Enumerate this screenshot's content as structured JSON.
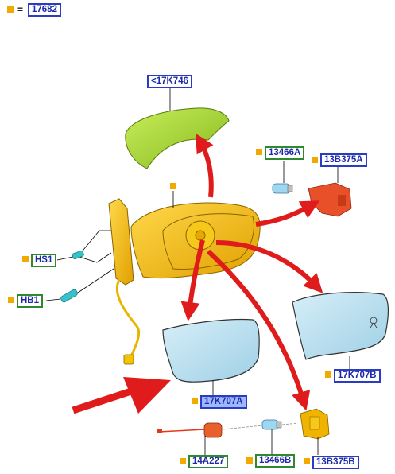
{
  "assembly": {
    "equals": "=",
    "code": "17682"
  },
  "callouts": {
    "cap": "<17K746",
    "bulb": "13466A",
    "lamp_housing": "13B375A",
    "screw1": "HS1",
    "screw2": "HB1",
    "glass_left": "17K707A",
    "glass_right": "17K707B",
    "connector": "14A227",
    "bulb2": "13466B",
    "lamp_housing2": "13B375B"
  },
  "colors": {
    "housing": "#f2b800",
    "cap": "#a6d63a",
    "glass": "#bfe3f2",
    "arrow": "#e01b1b",
    "lamp": "#e8502a",
    "lamp2": "#f0b400",
    "marker": "#f2a900"
  }
}
